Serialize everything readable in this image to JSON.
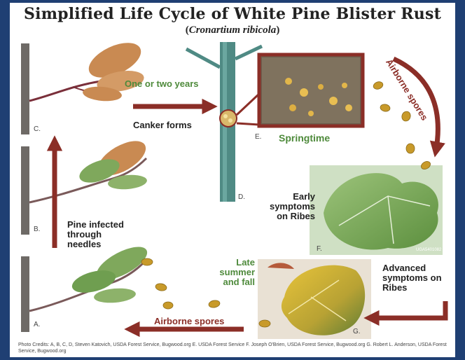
{
  "title": "Simplified Life Cycle of White Pine Blister Rust",
  "subtitle": "Cronartium ribicola",
  "labels": {
    "one_or_two_years": "One or two years",
    "canker_forms": "Canker forms",
    "springtime": "Springtime",
    "airborne_spores_top": "Airborne spores",
    "early_symptoms": "Early symptoms on Ribes",
    "advanced_symptoms": "Advanced symptoms on Ribes",
    "late_summer": "Late summer and fall",
    "airborne_spores_bottom": "Airborne spores",
    "pine_infected": "Pine infected through needles"
  },
  "photo_letters": {
    "a": "A.",
    "b": "B.",
    "c": "C.",
    "d": "D.",
    "e": "E.",
    "f": "F.",
    "g": "G."
  },
  "image_code": "UGA5401082",
  "credits": "Photo Credits: A, B, C, D, Steven Katovich, USDA Forest Service, Bugwood.org   E. USDA Forest Service   F. Joseph O'Brien, USDA Forest Service, Bugwood.org   G. Robert L. Anderson, USDA Forest Service, Bugwood.org",
  "colors": {
    "background": "#1f3f73",
    "arrow": "#8b2e27",
    "label_green": "#4e8a3b",
    "spore": "#c89a2a"
  }
}
